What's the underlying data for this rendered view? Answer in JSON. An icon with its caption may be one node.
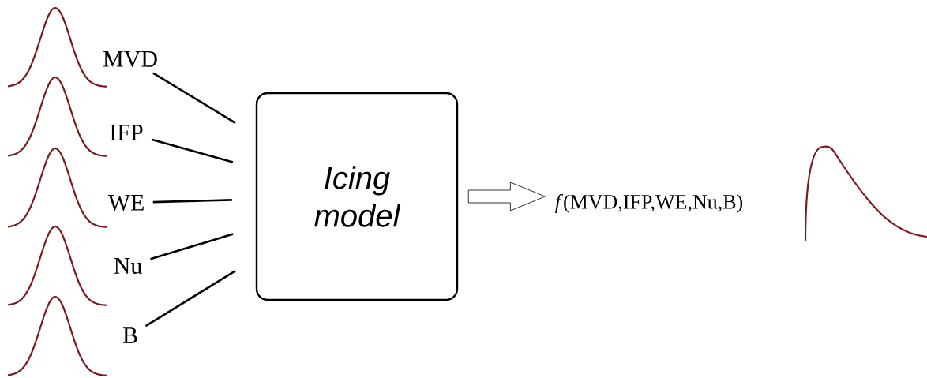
{
  "diagram": {
    "nodes": [
      {
        "text": [
          "MVD"
        ]
      },
      {
        "text": [
          "IFP"
        ]
      },
      {
        "text": [
          "WE"
        ]
      },
      {
        "text": [
          "Nu"
        ]
      },
      {
        "text": [
          "B"
        ]
      },
      {
        "text": [
          "Icing model"
        ]
      },
      {
        "text": [
          "*f*(MVD,IFP,WE,Nu,B)"
        ]
      }
    ],
    "edges": [
      {
        "from": 0,
        "to": 5,
        "arrow": "none"
      },
      {
        "from": 1,
        "to": 5,
        "arrow": "none"
      },
      {
        "from": 2,
        "to": 5,
        "arrow": "none"
      },
      {
        "from": 3,
        "to": 5,
        "arrow": "none"
      },
      {
        "from": 4,
        "to": 5,
        "arrow": "none"
      },
      {
        "from": 5,
        "to": 6,
        "arrow": "to"
      }
    ]
  }
}
